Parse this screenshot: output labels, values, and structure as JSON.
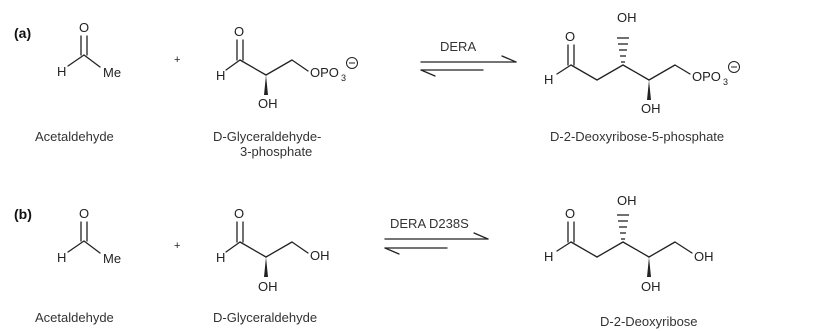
{
  "panel_a": {
    "tag": "(a)",
    "enzyme": "DERA",
    "plus": "+",
    "reactant1": {
      "name": "Acetaldehyde",
      "atoms": {
        "O": "O",
        "H": "H",
        "Me": "Me"
      }
    },
    "reactant2": {
      "name_line1": "D-Glyceraldehyde-",
      "name_line2": "3-phosphate",
      "atoms": {
        "O": "O",
        "H": "H",
        "OH": "OH",
        "OPO3": "OPO",
        "sub3": "3"
      }
    },
    "product": {
      "name": "D-2-Deoxyribose-5-phosphate",
      "atoms": {
        "O": "O",
        "H": "H",
        "OH_top": "OH",
        "OH_bottom": "OH",
        "OPO3": "OPO",
        "sub3": "3"
      }
    }
  },
  "panel_b": {
    "tag": "(b)",
    "enzyme": "DERA D238S",
    "plus": "+",
    "reactant1": {
      "name": "Acetaldehyde",
      "atoms": {
        "O": "O",
        "H": "H",
        "Me": "Me"
      }
    },
    "reactant2": {
      "name": "D-Glyceraldehyde",
      "atoms": {
        "O": "O",
        "H": "H",
        "OH_bottom": "OH",
        "OH_end": "OH"
      }
    },
    "product": {
      "name": "D-2-Deoxyribose",
      "atoms": {
        "O": "O",
        "H": "H",
        "OH_top": "OH",
        "OH_bottom": "OH",
        "OH_end": "OH"
      }
    }
  }
}
